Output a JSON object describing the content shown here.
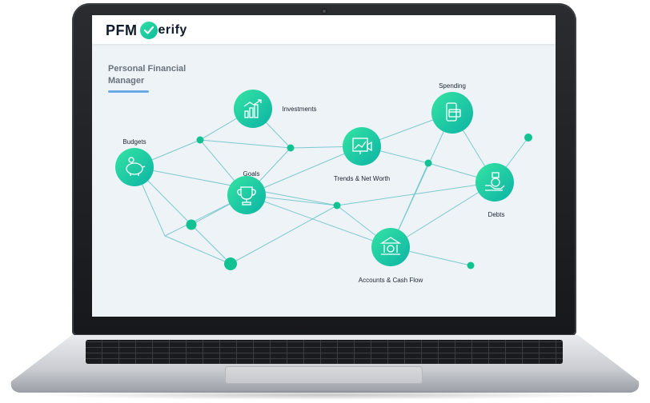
{
  "brand": {
    "logo_left": "PFM",
    "logo_right": "erify",
    "accent": "#16c79a"
  },
  "page": {
    "title": "Personal Financial Manager"
  },
  "nodes": [
    {
      "id": "budgets",
      "label": "Budgets",
      "icon": "piggy-bank-icon"
    },
    {
      "id": "investments",
      "label": "Investments",
      "icon": "bar-chart-icon"
    },
    {
      "id": "goals",
      "label": "Goals",
      "icon": "trophy-icon"
    },
    {
      "id": "trends",
      "label": "Trends & Net Worth",
      "icon": "trend-chart-icon"
    },
    {
      "id": "spending",
      "label": "Spending",
      "icon": "credit-card-icon"
    },
    {
      "id": "debts",
      "label": "Debts",
      "icon": "hand-money-icon"
    },
    {
      "id": "accounts",
      "label": "Accounts & Cash Flow",
      "icon": "bank-icon"
    }
  ],
  "colors": {
    "line": "#7cc9cf",
    "node_start": "#35e4a3",
    "node_end": "#0cb3a4",
    "dot": "#13c292"
  }
}
